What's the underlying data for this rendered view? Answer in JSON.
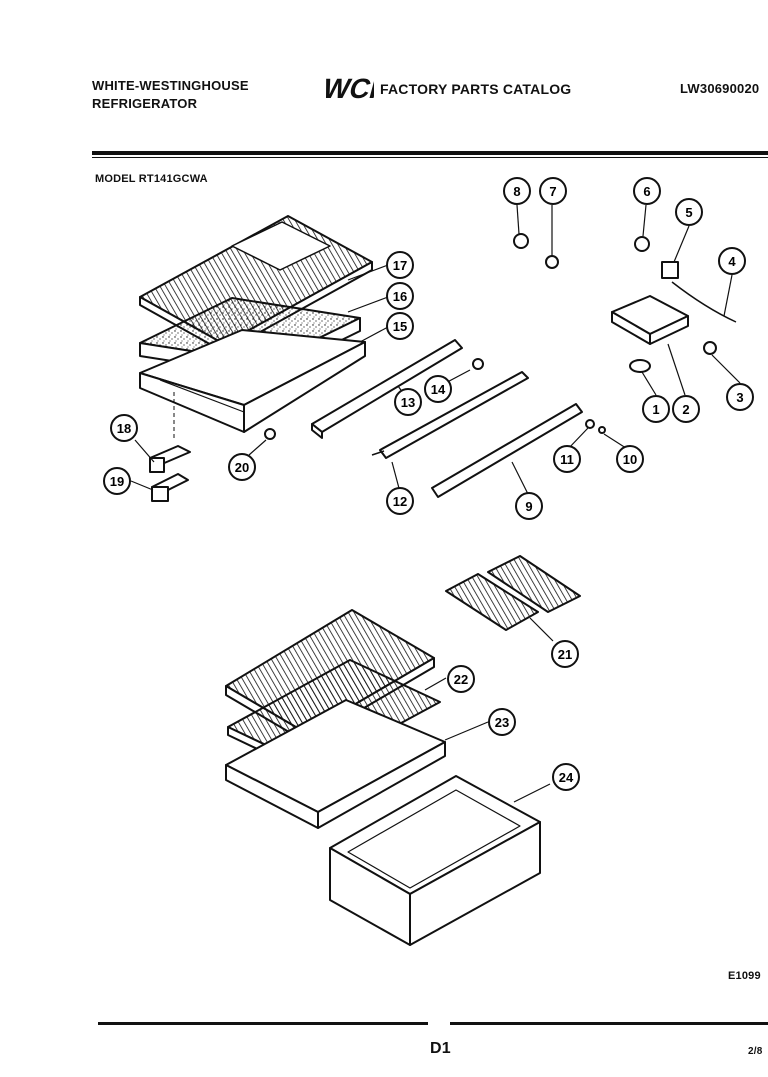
{
  "header": {
    "brand_line1": "WHITE-WESTINGHOUSE",
    "brand_line2": "REFRIGERATOR",
    "logo_text": "WCI",
    "catalog_title": "FACTORY PARTS CATALOG",
    "catalog_code": "LW30690020"
  },
  "model_label": "MODEL RT141GCWA",
  "drawing_id": "E1099",
  "page_number": "D1",
  "date_fragment": "2/8",
  "callouts": [
    "1",
    "2",
    "3",
    "4",
    "5",
    "6",
    "7",
    "8",
    "9",
    "10",
    "11",
    "12",
    "13",
    "14",
    "15",
    "16",
    "17",
    "18",
    "19",
    "20",
    "21",
    "22",
    "23",
    "24"
  ]
}
